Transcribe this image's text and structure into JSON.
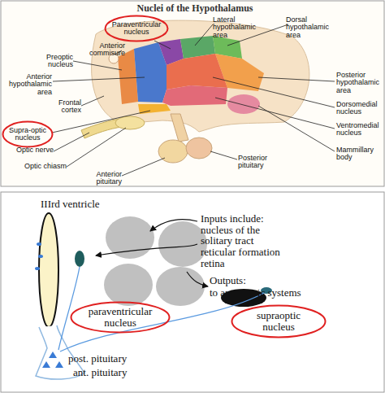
{
  "diagram": {
    "title": "Nuclei of the Hypothalamus",
    "nodes": [
      {
        "text": [
          "Paraventricular nucleus"
        ]
      },
      {
        "text": [
          "Supra-optic nucleus"
        ]
      },
      {
        "text": [
          "paraventricular nucleus"
        ]
      },
      {
        "text": [
          "supraoptic nucleus"
        ]
      }
    ],
    "labels": [
      "Lateral hypothalamic area",
      "Dorsal hypothalamic area",
      "Anterior commisure",
      "Preoptic nucleus",
      "Posterior hypothalamic area",
      "Anterior hypothalamic area",
      "Frontal cortex",
      "Dorsomedial nucleus",
      "Ventromedial nucleus",
      "Optic nerve",
      "Mammillary body",
      "Optic chiasm",
      "Posterior pituitary",
      "Anterior pituitary",
      "IIIrd ventricle",
      "Inputs include: nucleus of the solitary tract reticular formation retina",
      "Outputs:",
      "to autonomic systems",
      "post. pituitary",
      "ant. pituitary"
    ]
  }
}
